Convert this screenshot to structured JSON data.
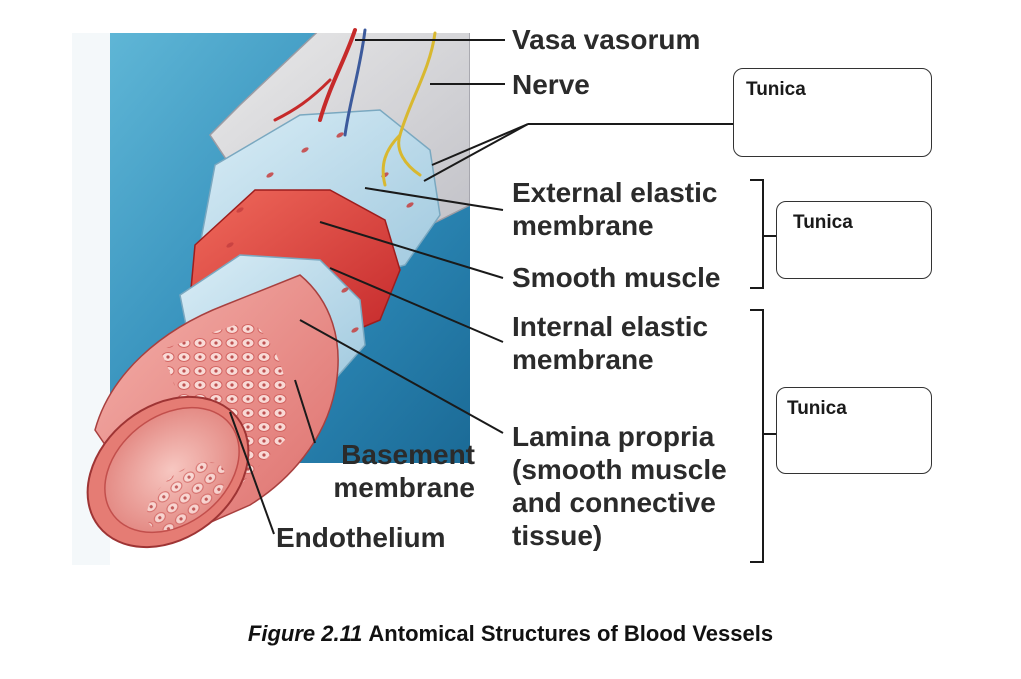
{
  "diagram": {
    "labels": {
      "vasa_vasorum": "Vasa vasorum",
      "nerve": "Nerve",
      "external_elastic_membrane": "External elastic\nmembrane",
      "smooth_muscle": "Smooth muscle",
      "internal_elastic_membrane": "Internal elastic\nmembrane",
      "lamina_propria": "Lamina propria\n(smooth muscle\nand connective\ntissue)",
      "basement_membrane": "Basement\nmembrane",
      "endothelium": "Endothelium"
    },
    "tunica_boxes": [
      {
        "text": "Tunica"
      },
      {
        "text": "Tunica"
      },
      {
        "text": "Tunica"
      }
    ]
  },
  "caption": {
    "figure_number": "Figure 2.11",
    "title": "Antomical Structures of Blood Vessels"
  }
}
